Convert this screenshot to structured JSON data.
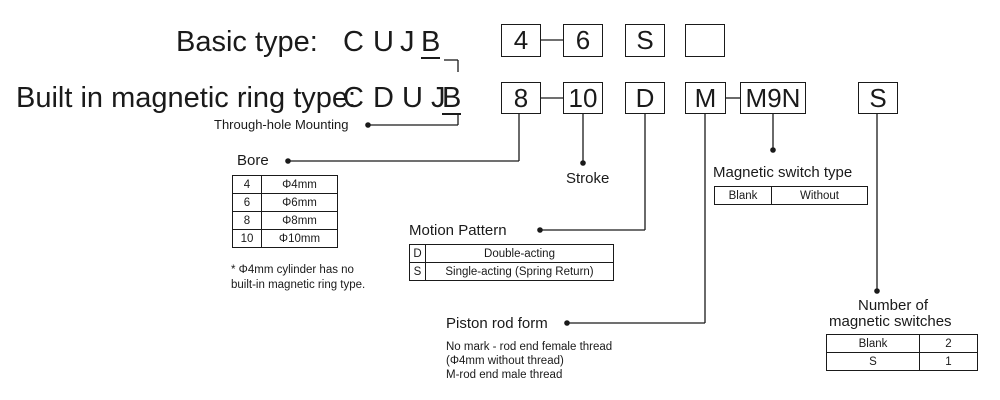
{
  "header": {
    "basic_label": "Basic type:",
    "builtin_label": "Built in magnetic ring type:",
    "basic_code": [
      "C",
      "U",
      "J",
      "B"
    ],
    "builtin_code": [
      "C",
      "D",
      "U",
      "J",
      "B"
    ]
  },
  "boxes_row1": [
    "4",
    "6",
    "S",
    ""
  ],
  "boxes_row2": [
    "8",
    "10",
    "D",
    "M",
    "M9N",
    "S"
  ],
  "mounting": {
    "label": "Through-hole Mounting"
  },
  "bore": {
    "title": "Bore",
    "rows": [
      [
        "4",
        "Φ4mm"
      ],
      [
        "6",
        "Φ6mm"
      ],
      [
        "8",
        "Φ8mm"
      ],
      [
        "10",
        "Φ10mm"
      ]
    ],
    "note": [
      "* Φ4mm cylinder has no",
      "built-in magnetic ring type."
    ]
  },
  "stroke": {
    "label": "Stroke"
  },
  "motion": {
    "title": "Motion Pattern",
    "rows": [
      [
        "D",
        "Double-acting"
      ],
      [
        "S",
        "Single-acting (Spring Return)"
      ]
    ]
  },
  "piston": {
    "title": "Piston rod form",
    "lines": [
      "No mark - rod end female thread",
      "(Φ4mm without thread)",
      "M-rod end male thread"
    ]
  },
  "switch_type": {
    "title": "Magnetic switch type",
    "rows": [
      [
        "Blank",
        "Without"
      ]
    ]
  },
  "switch_count": {
    "title": [
      "Number of",
      "magnetic switches"
    ],
    "rows": [
      [
        "Blank",
        "2"
      ],
      [
        "S",
        "1"
      ]
    ]
  }
}
